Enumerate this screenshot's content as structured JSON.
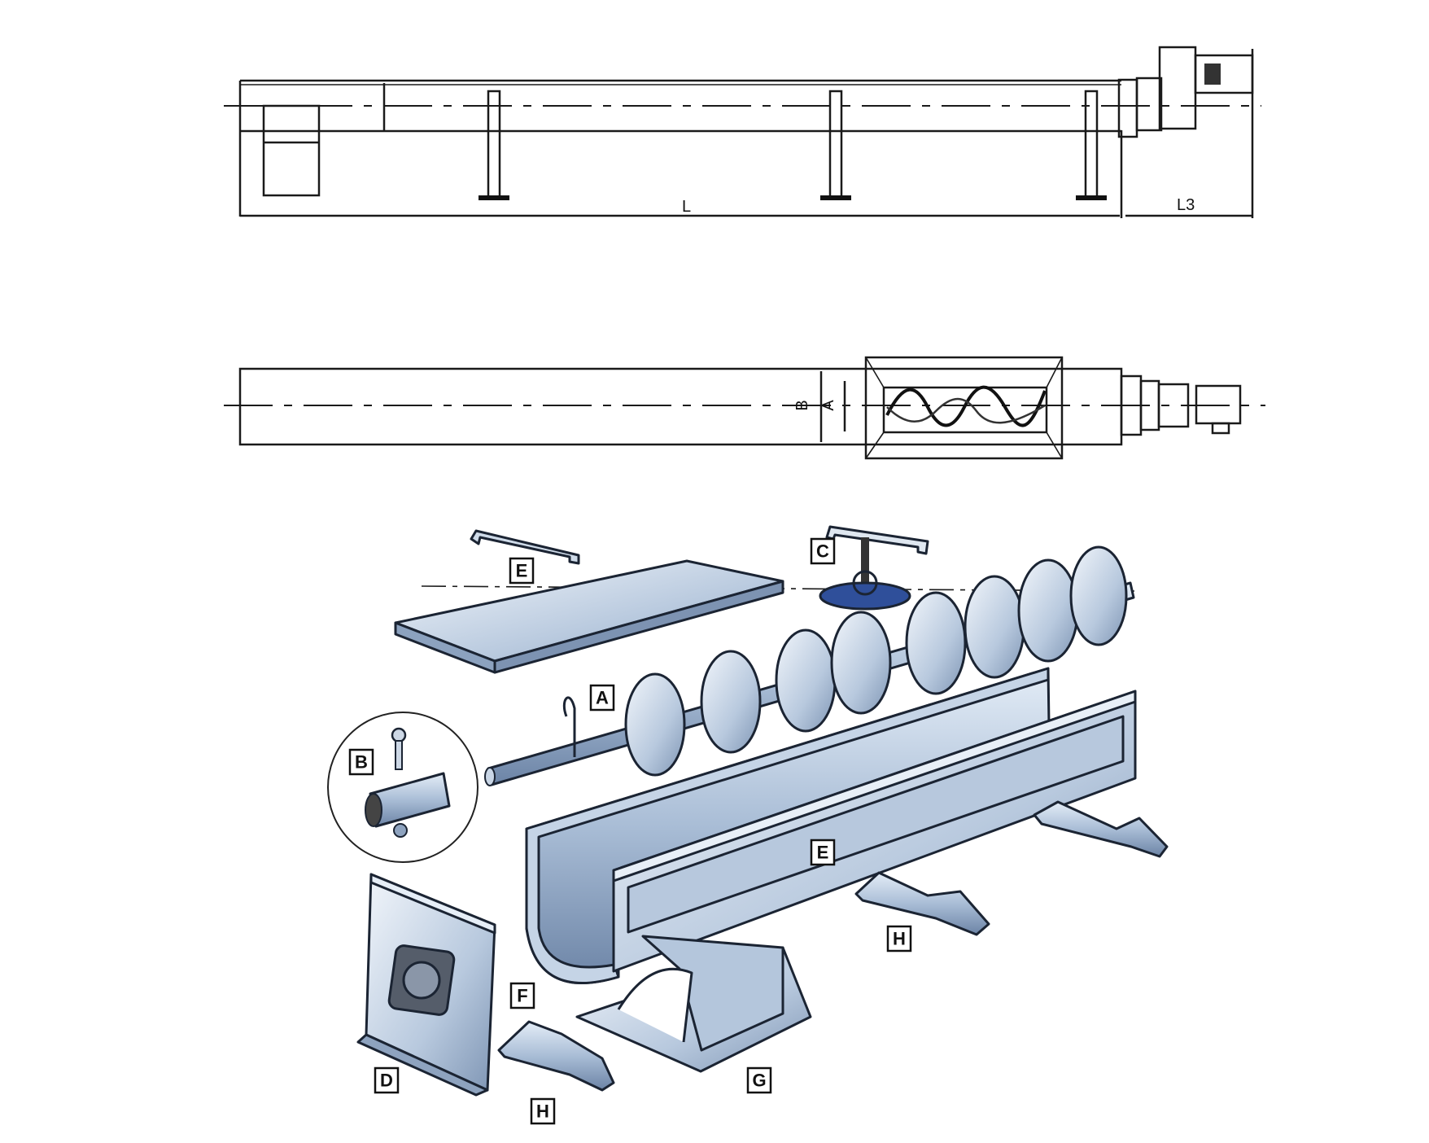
{
  "elevation_view": {
    "dim_length": "L",
    "dim_drive_length": "L3"
  },
  "plan_view": {
    "dim_width_outer": "B",
    "dim_width_inner": "A"
  },
  "exploded_view": {
    "labels": {
      "cover_handle": "E",
      "hanger": "C",
      "screw": "A",
      "coupling": "B",
      "trough": "E",
      "foot_right": "H",
      "flange": "F",
      "end_plate": "D",
      "foot_front": "H",
      "inlet_support": "G"
    }
  },
  "colors": {
    "line": "#1a1a1a",
    "steel_light": "#d9e4f1",
    "steel_mid": "#9fb5cf",
    "steel_dark": "#5f7696",
    "accent_blue": "#2f4f9a"
  }
}
